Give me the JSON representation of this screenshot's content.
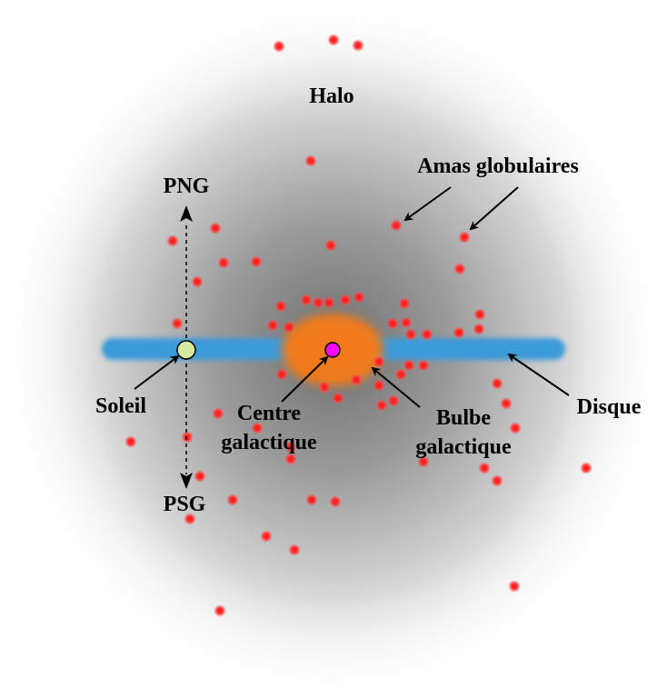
{
  "labels": {
    "halo": "Halo",
    "globular_clusters": "Amas globulaires",
    "png": "PNG",
    "psg": "PSG",
    "sun": "Soleil",
    "galactic_center_line1": "Centre",
    "galactic_center_line2": "galactique",
    "bulge_line1": "Bulbe",
    "bulge_line2": "galactique",
    "disk": "Disque"
  },
  "colors": {
    "halo": "#7a7a7a",
    "disk": "#3a9ad8",
    "bulge": "#f07a1a",
    "galactic_center": "#ff00ff",
    "sun": "#d4eaa0",
    "cluster": "#ff2020"
  }
}
